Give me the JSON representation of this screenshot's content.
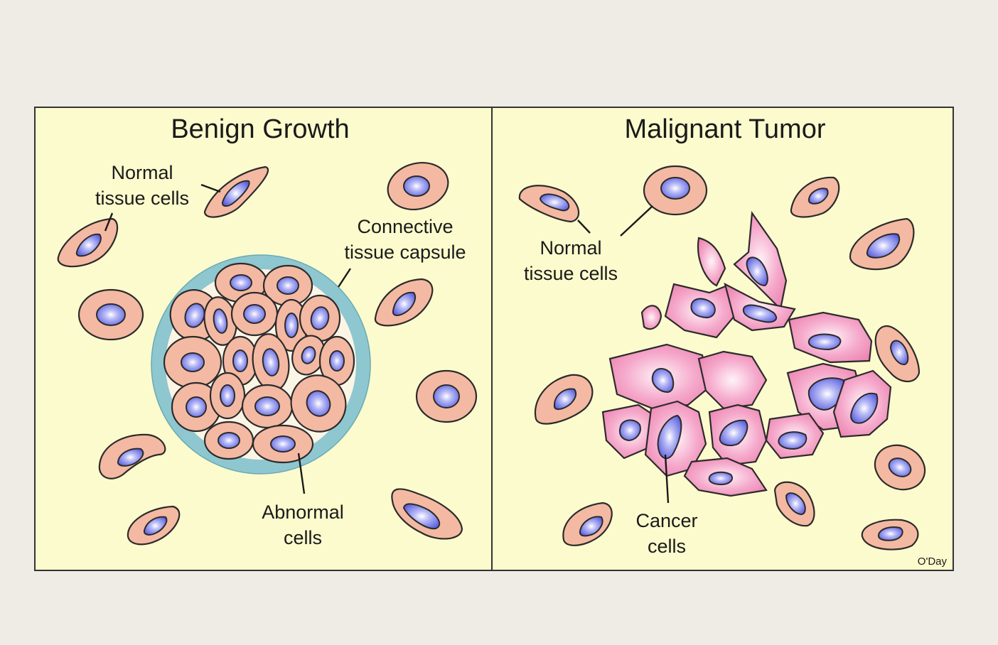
{
  "panels": [
    {
      "title": "Benign Growth",
      "labels": {
        "normal_line1": "Normal",
        "normal_line2": "tissue cells",
        "capsule_line1": "Connective",
        "capsule_line2": "tissue capsule",
        "abnormal_line1": "Abnormal",
        "abnormal_line2": "cells"
      }
    },
    {
      "title": "Malignant Tumor",
      "labels": {
        "normal_line1": "Normal",
        "normal_line2": "tissue cells",
        "cancer_line1": "Cancer",
        "cancer_line2": "cells"
      }
    }
  ],
  "signature": "O'Day",
  "colors": {
    "page_background": "#efece6",
    "panel_background": "#fcfbcd",
    "normal_cell": "#f4b9a2",
    "nucleus": "#6b6fe0",
    "cancer_cell": "#f08fb8",
    "capsule": "#8ec7cf",
    "outline": "#2b2b2b"
  }
}
